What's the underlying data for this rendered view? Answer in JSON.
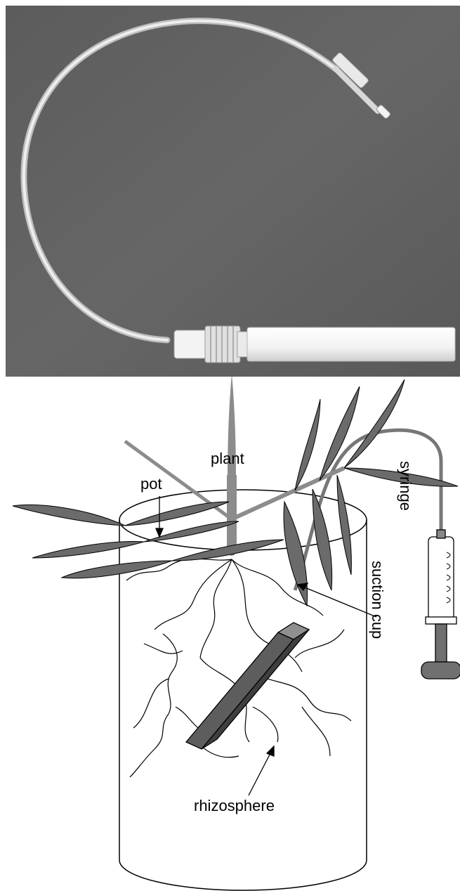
{
  "labels": {
    "plant": "plant",
    "pot": "pot",
    "syringe": "syringe",
    "suction_cup": "suction cup",
    "rhizosphere": "rhizosphere"
  },
  "colors": {
    "photo_background": "#5e5e5e",
    "tube": "#e6e6e6",
    "leaf": "#6b6b6b",
    "stem": "#8c8c8c",
    "soil_probe": "#5a5a5a",
    "plunger": "#707070"
  }
}
